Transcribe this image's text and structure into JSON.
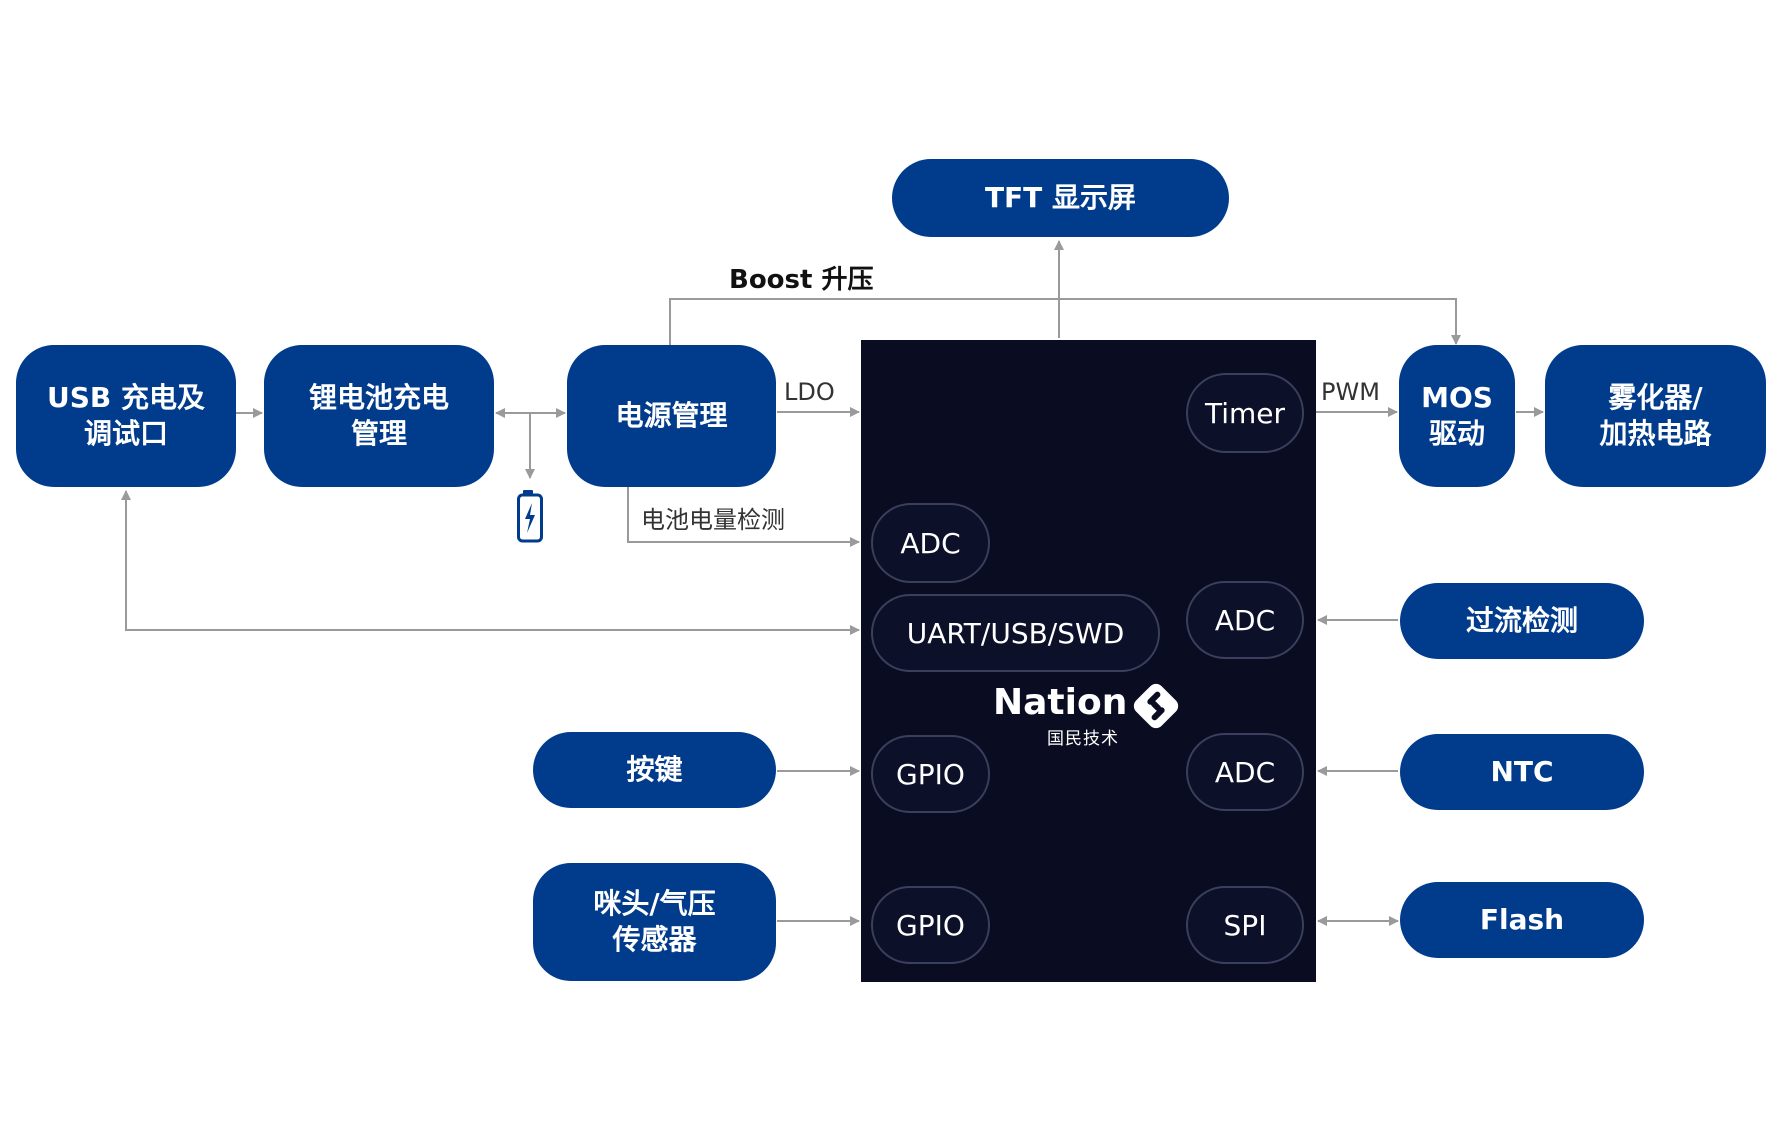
{
  "blocks": {
    "usb": "USB 充电及\n调试口",
    "charger": "锂电池充电\n管理",
    "power": "电源管理",
    "tft": "TFT 显示屏",
    "mos": "MOS\n驱动",
    "atomizer": "雾化器/\n加热电路",
    "overcurrent": "过流检测",
    "ntc": "NTC",
    "flash": "Flash",
    "key": "按键",
    "mic": "咪头/气压\n传感器"
  },
  "ports": {
    "timer": "Timer",
    "adc_left": "ADC",
    "uart": "UART/USB/SWD",
    "adc_right_1": "ADC",
    "adc_right_2": "ADC",
    "gpio_1": "GPIO",
    "gpio_2": "GPIO",
    "spi": "SPI"
  },
  "labels": {
    "boost": "Boost 升压",
    "ldo": "LDO",
    "pwm": "PWM",
    "battery_detect": "电池电量检测"
  },
  "logo": {
    "name": "Nation",
    "sub": "国民技术"
  },
  "icons": {
    "battery": "battery-charging-icon",
    "logo": "nation-logo-icon"
  },
  "colors": {
    "block_fill": "#003b8c",
    "chip_fill": "#0a0c22",
    "wire": "#9a9a9a"
  }
}
